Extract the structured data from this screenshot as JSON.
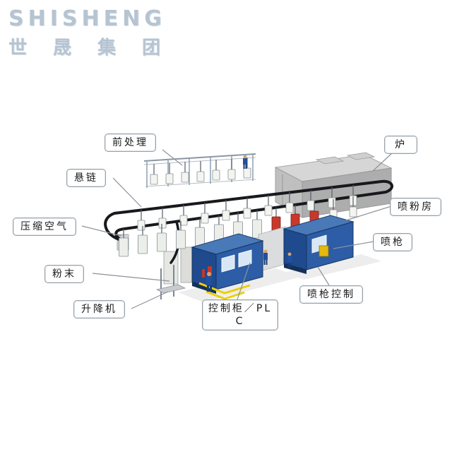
{
  "logo": {
    "name": "SHISHENG",
    "chinese": "世晟集团"
  },
  "diagram": {
    "labels": [
      {
        "id": "pretreatment",
        "text": "前处理"
      },
      {
        "id": "oven",
        "text": "炉"
      },
      {
        "id": "hanging-chain",
        "text": "悬链"
      },
      {
        "id": "powder-room",
        "text": "喷粉房"
      },
      {
        "id": "compressed-air",
        "text": "压缩空气"
      },
      {
        "id": "spray-gun",
        "text": "喷枪"
      },
      {
        "id": "powder",
        "text": "粉末"
      },
      {
        "id": "spray-gun-control",
        "text": "喷枪控制"
      },
      {
        "id": "elevator",
        "text": "升降机"
      },
      {
        "id": "control-cabinet-plc",
        "text": "控制柜／PLC"
      }
    ],
    "colors": {
      "logo_blue": "#b6c4d2",
      "booth_blue_dark": "#1f4a8e",
      "booth_blue_mid": "#2c5da6",
      "booth_blue_top": "#4a79b8",
      "part_red": "#c8392b",
      "floor_line_yellow": "#ecd006",
      "oven_gray": "#bfbfbf",
      "chain_black": "#17191c",
      "label_border": "#97a0a8"
    }
  }
}
